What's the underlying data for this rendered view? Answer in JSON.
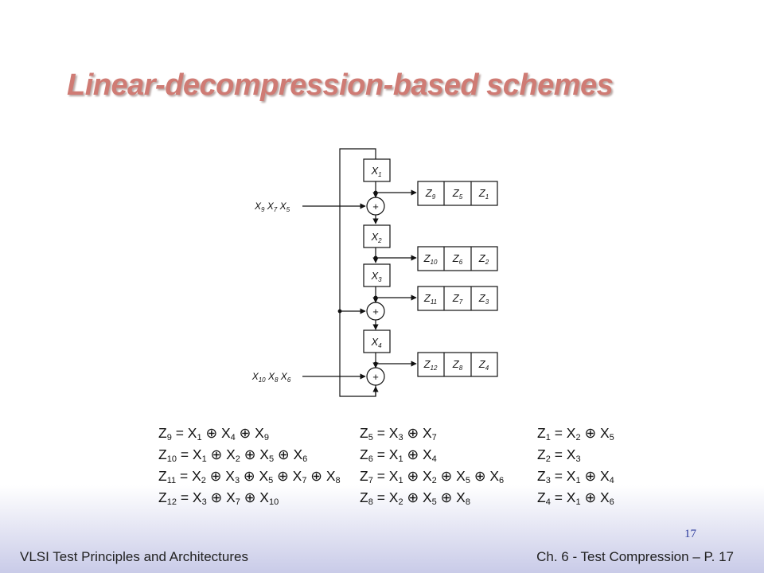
{
  "slide": {
    "title": "Linear-decompression-based schemes",
    "footer_left": "VLSI Test Principles and Architectures",
    "footer_right": "Ch. 6 - Test Compression – P. 17",
    "page_number": "17"
  },
  "diagram": {
    "inputs": [
      {
        "label": "X9 X7 X5"
      },
      {
        "label": "X10 X8 X6"
      }
    ],
    "cells": [
      "X1",
      "X2",
      "X3",
      "X4"
    ],
    "xor_symbol": "+",
    "chains": [
      [
        "Z9",
        "Z5",
        "Z1"
      ],
      [
        "Z10",
        "Z6",
        "Z2"
      ],
      [
        "Z11",
        "Z7",
        "Z3"
      ],
      [
        "Z12",
        "Z8",
        "Z4"
      ]
    ]
  },
  "equations": {
    "col1": [
      "Z9 = X1 ⊕ X4 ⊕ X9",
      "Z10 = X1 ⊕ X2 ⊕ X5 ⊕ X6",
      "Z11 = X2 ⊕ X3 ⊕ X5 ⊕ X7 ⊕ X8",
      "Z12 = X3 ⊕ X7 ⊕ X10"
    ],
    "col2": [
      "Z5 = X3 ⊕ X7",
      "Z6 = X1 ⊕ X4",
      "Z7 = X1 ⊕ X2 ⊕ X5 ⊕ X6",
      "Z8 = X2 ⊕ X5 ⊕ X8"
    ],
    "col3": [
      "Z1 = X2 ⊕ X5",
      "Z2 = X3",
      "Z3 = X1 ⊕ X4",
      "Z4 = X1 ⊕ X6"
    ]
  }
}
